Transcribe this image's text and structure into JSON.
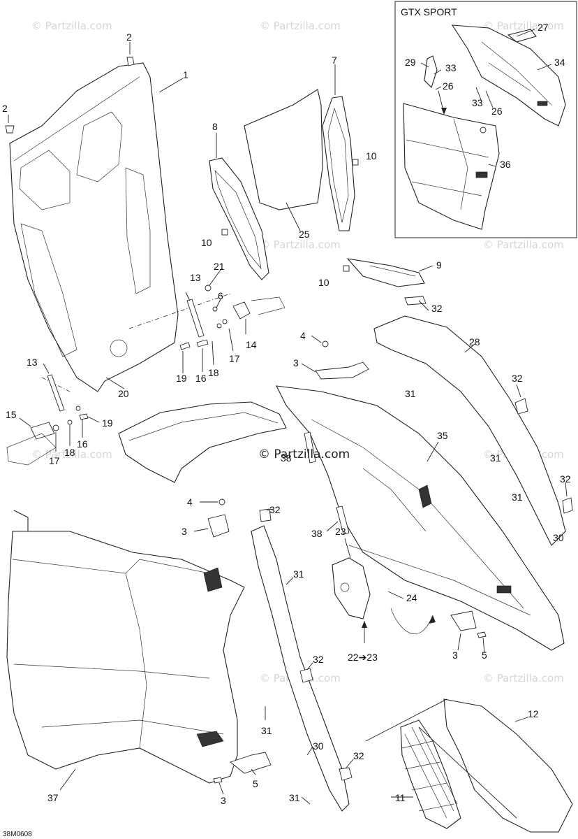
{
  "inset": {
    "title": "GTX SPORT"
  },
  "watermark": {
    "text": "© Partzilla.com",
    "center_text": "© Partzilla.com"
  },
  "drawing_code": "38M0608",
  "callouts": {
    "c1": "1",
    "c2a": "2",
    "c2b": "2",
    "c3a": "3",
    "c3b": "3",
    "c3c": "3",
    "c3d": "3",
    "c4a": "4",
    "c4b": "4",
    "c5a": "5",
    "c5b": "5",
    "c6": "6",
    "c7": "7",
    "c8": "8",
    "c9": "9",
    "c10a": "10",
    "c10b": "10",
    "c10c": "10",
    "c11": "11",
    "c12": "12",
    "c13a": "13",
    "c13b": "13",
    "c14": "14",
    "c15": "15",
    "c16a": "16",
    "c16b": "16",
    "c17a": "17",
    "c17b": "17",
    "c18a": "18",
    "c18b": "18",
    "c19a": "19",
    "c19b": "19",
    "c20": "20",
    "c21": "21",
    "c22": "22➔23",
    "c23": "23",
    "c24": "24",
    "c25": "25",
    "c26a": "26",
    "c26b": "26",
    "c27": "27",
    "c28": "28",
    "c29": "29",
    "c30a": "30",
    "c30b": "30",
    "c31a": "31",
    "c31b": "31",
    "c31c": "31",
    "c31d": "31",
    "c31e": "31",
    "c31f": "31",
    "c32a": "32",
    "c32b": "32",
    "c32c": "32",
    "c32d": "32",
    "c32e": "32",
    "c32f": "32",
    "c33a": "33",
    "c33b": "33",
    "c34": "34",
    "c35": "35",
    "c36": "36",
    "c37": "37",
    "c38a": "38",
    "c38b": "38"
  }
}
